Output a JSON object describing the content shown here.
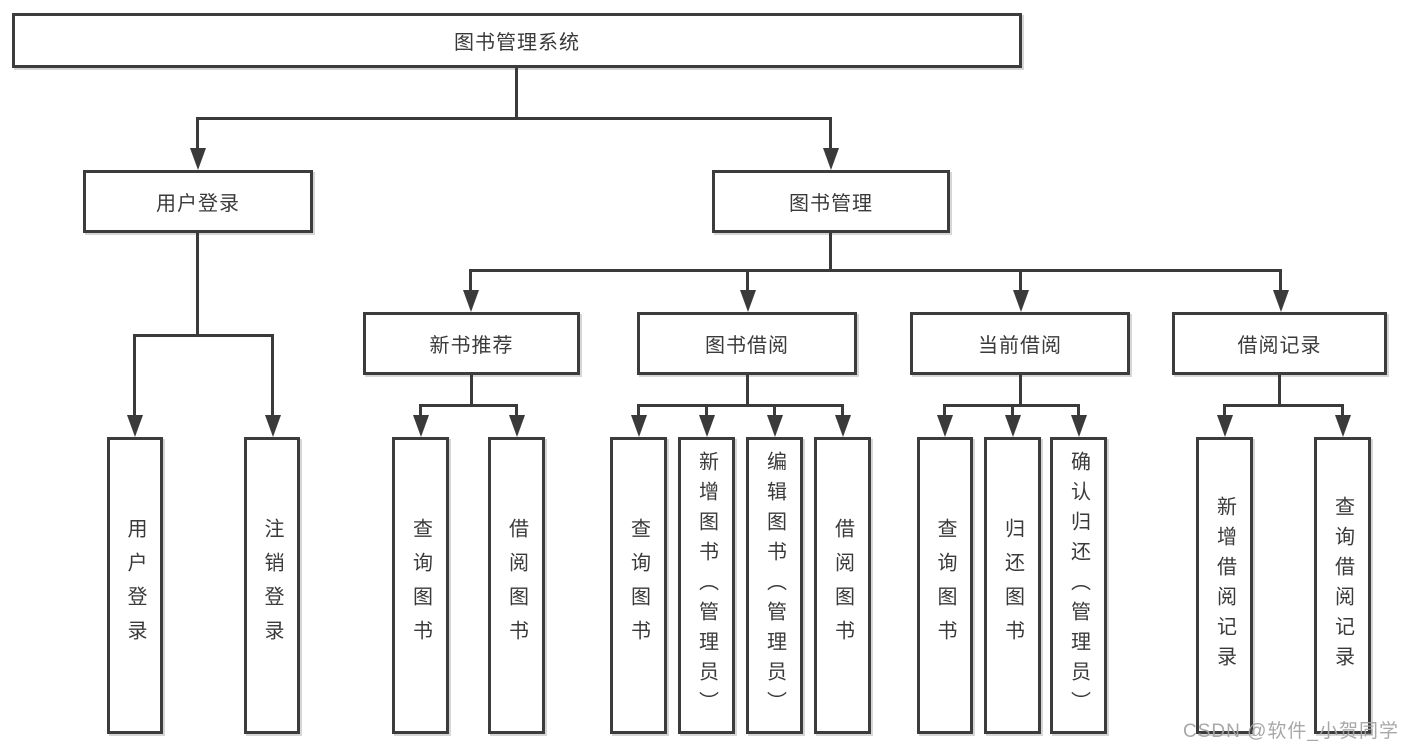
{
  "diagram": {
    "root": {
      "label": "图书管理系统"
    },
    "level2": {
      "user_login": {
        "label": "用户登录"
      },
      "book_mgmt": {
        "label": "图书管理"
      }
    },
    "level3": {
      "new_book_rec": {
        "label": "新书推荐"
      },
      "book_borrow": {
        "label": "图书借阅"
      },
      "current_borrow": {
        "label": "当前借阅"
      },
      "borrow_record": {
        "label": "借阅记录"
      }
    },
    "leaves": {
      "login": {
        "label": "用户登录"
      },
      "logout": {
        "label": "注销登录"
      },
      "rec_query": {
        "label": "查询图书"
      },
      "rec_borrow": {
        "label": "借阅图书"
      },
      "bor_query": {
        "label": "查询图书"
      },
      "bor_add": {
        "label": "新增图书（管理员）"
      },
      "bor_edit": {
        "label": "编辑图书（管理员）"
      },
      "bor_borrow": {
        "label": "借阅图书"
      },
      "cur_query": {
        "label": "查询图书"
      },
      "cur_return": {
        "label": "归还图书"
      },
      "cur_confirm": {
        "label": "确认归还（管理员）"
      },
      "hist_add": {
        "label": "新增借阅记录"
      },
      "hist_query": {
        "label": "查询借阅记录"
      }
    },
    "watermark": "CSDN @软件_小贺同学",
    "colors": {
      "line": "#3a3a3a",
      "box_border": "#3c3c3c",
      "watermark": "#a3a3a3"
    }
  }
}
